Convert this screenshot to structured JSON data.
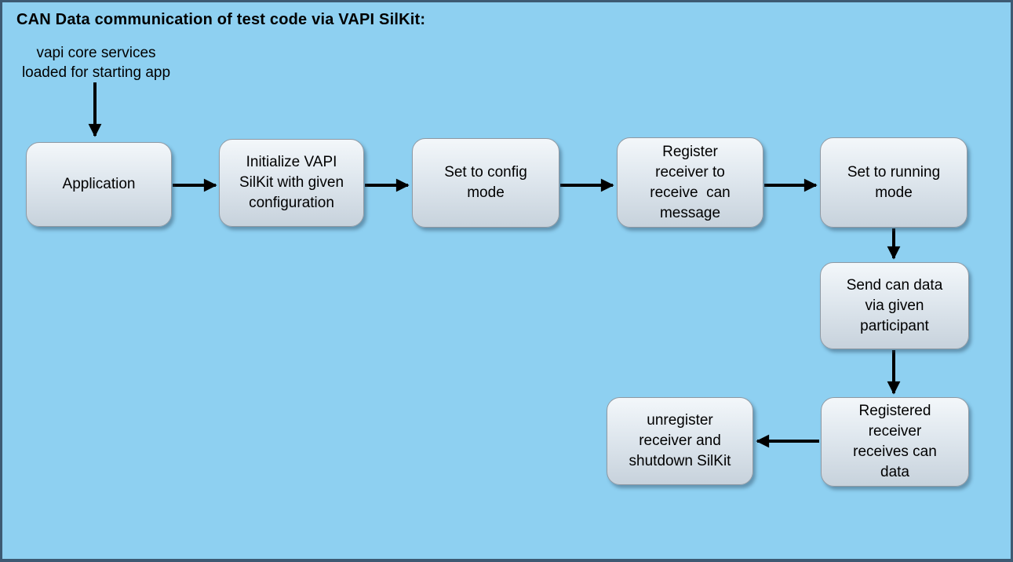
{
  "title": "CAN Data communication of test code via VAPI SilKit:",
  "annotation": "vapi core services\nloaded for starting app",
  "nodes": [
    {
      "id": "application",
      "label": "Application"
    },
    {
      "id": "initialize-silkit",
      "label": "Initialize VAPI\nSilKit with given\nconfiguration"
    },
    {
      "id": "set-config-mode",
      "label": "Set to config\nmode"
    },
    {
      "id": "register-receiver",
      "label": "Register\nreceiver to\nreceive  can\nmessage"
    },
    {
      "id": "set-running-mode",
      "label": "Set to running\nmode"
    },
    {
      "id": "send-can-data",
      "label": "Send can data\nvia given\nparticipant"
    },
    {
      "id": "registered-receiver",
      "label": "Registered\nreceiver\nreceives can\ndata"
    },
    {
      "id": "unregister-shutdown",
      "label": "unregister\nreceiver and\nshutdown SilKit"
    }
  ],
  "colors": {
    "canvas_background": "#8ed0f1",
    "canvas_border": "#3d5a73",
    "node_fill_top": "#f3f7fa",
    "node_fill_bottom": "#c7d2dc",
    "node_border": "#8f99a3",
    "arrow": "#000000",
    "text": "#000000"
  }
}
